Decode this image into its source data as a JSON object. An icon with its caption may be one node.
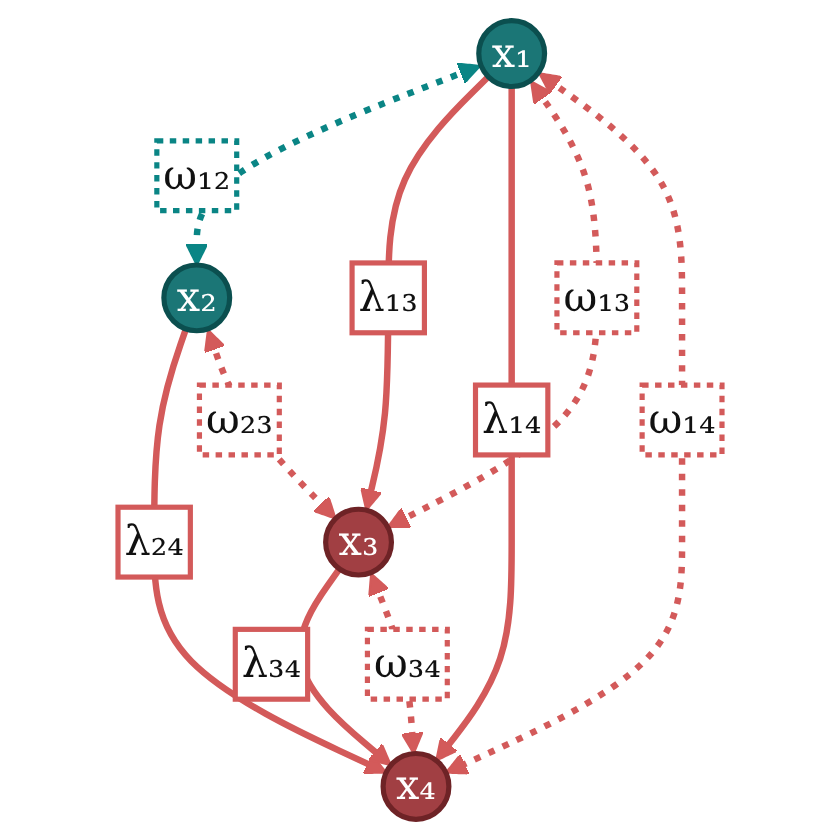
{
  "diagram": {
    "nodes": [
      {
        "text": [
          "x₁"
        ]
      },
      {
        "text": [
          "x₂"
        ]
      },
      {
        "text": [
          "x₃"
        ]
      },
      {
        "text": [
          "x₄"
        ]
      }
    ],
    "edges": [
      {
        "from": 0,
        "to": 1,
        "arrow": "both",
        "label": "ω₁₂",
        "style": "dashed",
        "color": "#0a8585"
      },
      {
        "from": 0,
        "to": 2,
        "arrow": "to",
        "label": "λ₁₃"
      },
      {
        "from": 0,
        "to": 3,
        "arrow": "to",
        "label": "λ₁₄"
      },
      {
        "from": 1,
        "to": 3,
        "arrow": "to",
        "label": "λ₂₄"
      },
      {
        "from": 2,
        "to": 3,
        "arrow": "to",
        "label": "λ₃₄"
      },
      {
        "from": 0,
        "to": 2,
        "arrow": "both",
        "label": "ω₁₃",
        "style": "dashed"
      },
      {
        "from": 1,
        "to": 2,
        "arrow": "both",
        "label": "ω₂₃",
        "style": "dashed"
      },
      {
        "from": 0,
        "to": 3,
        "arrow": "both",
        "label": "ω₁₄",
        "style": "dashed"
      },
      {
        "from": 2,
        "to": 3,
        "arrow": "both",
        "label": "ω₃₄",
        "style": "dashed"
      }
    ]
  }
}
